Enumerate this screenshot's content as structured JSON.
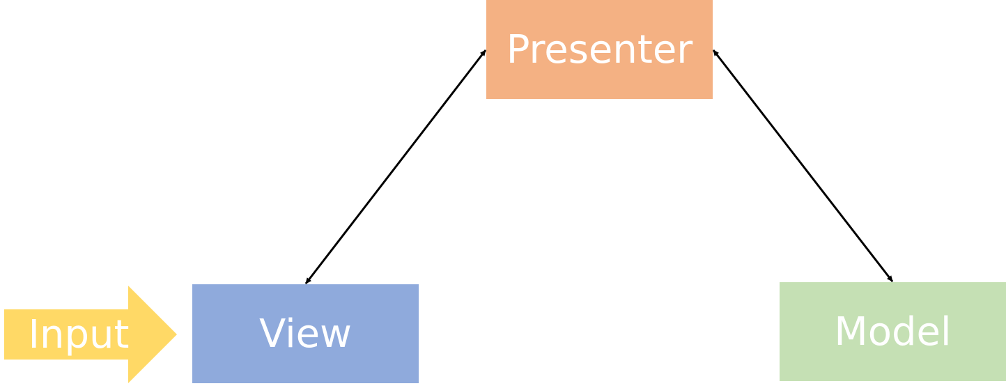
{
  "nodes": {
    "presenter": {
      "label": "Presenter",
      "color": "#f4b183"
    },
    "view": {
      "label": "View",
      "color": "#8faadc"
    },
    "model": {
      "label": "Model",
      "color": "#c5e0b4"
    }
  },
  "input": {
    "label": "Input",
    "color": "#ffd966"
  },
  "connections": [
    {
      "from": "view",
      "to": "presenter",
      "bidirectional": true
    },
    {
      "from": "presenter",
      "to": "model",
      "bidirectional": true
    }
  ],
  "connector_color": "#000000"
}
